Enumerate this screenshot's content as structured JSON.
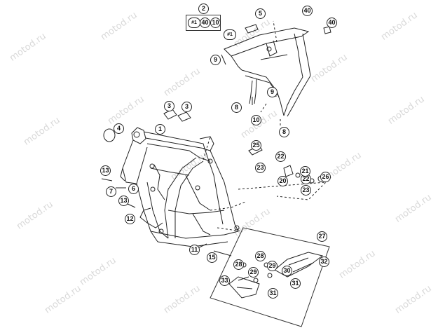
{
  "watermark": "motod.ru",
  "frame_kit_box": {
    "label": "2",
    "items": [
      "#1",
      "40",
      "10"
    ]
  },
  "callouts": [
    {
      "id": "1",
      "label": "1"
    },
    {
      "id": "3a",
      "label": "3"
    },
    {
      "id": "3b",
      "label": "3"
    },
    {
      "id": "4",
      "label": "4"
    },
    {
      "id": "5",
      "label": "5"
    },
    {
      "id": "40a",
      "label": "40"
    },
    {
      "id": "40b",
      "label": "40"
    },
    {
      "id": "h1",
      "label": "#1"
    },
    {
      "id": "9a",
      "label": "9"
    },
    {
      "id": "9b",
      "label": "9"
    },
    {
      "id": "8a",
      "label": "8"
    },
    {
      "id": "8b",
      "label": "8"
    },
    {
      "id": "10",
      "label": "10"
    },
    {
      "id": "25",
      "label": "25"
    },
    {
      "id": "22a",
      "label": "22"
    },
    {
      "id": "22b",
      "label": "22"
    },
    {
      "id": "23a",
      "label": "23"
    },
    {
      "id": "23b",
      "label": "23"
    },
    {
      "id": "20",
      "label": "20"
    },
    {
      "id": "21",
      "label": "21"
    },
    {
      "id": "26",
      "label": "26"
    },
    {
      "id": "13a",
      "label": "13"
    },
    {
      "id": "13b",
      "label": "13"
    },
    {
      "id": "7",
      "label": "7"
    },
    {
      "id": "6",
      "label": "6"
    },
    {
      "id": "12",
      "label": "12"
    },
    {
      "id": "11",
      "label": "11"
    },
    {
      "id": "15",
      "label": "15"
    },
    {
      "id": "27",
      "label": "27"
    },
    {
      "id": "28a",
      "label": "28"
    },
    {
      "id": "28b",
      "label": "28"
    },
    {
      "id": "29a",
      "label": "29"
    },
    {
      "id": "29b",
      "label": "29"
    },
    {
      "id": "30",
      "label": "30"
    },
    {
      "id": "32",
      "label": "32"
    },
    {
      "id": "33",
      "label": "33"
    },
    {
      "id": "31a",
      "label": "31"
    },
    {
      "id": "31b",
      "label": "31"
    }
  ]
}
